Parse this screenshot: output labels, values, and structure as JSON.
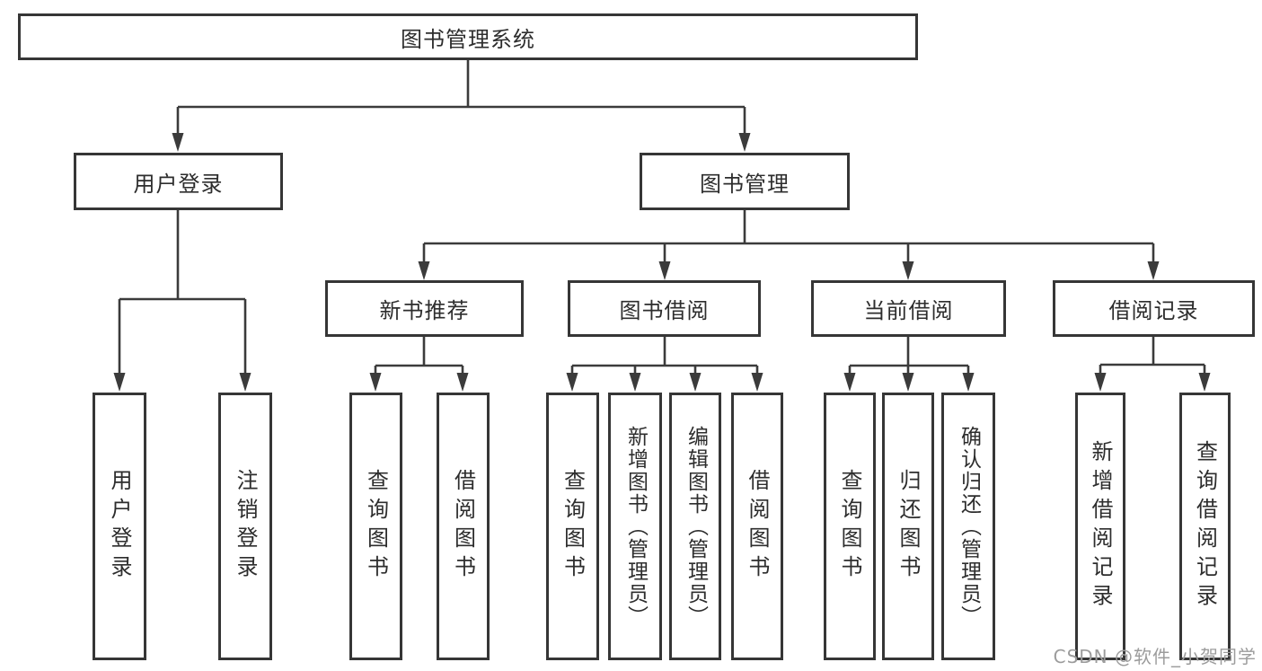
{
  "diagram": {
    "root": {
      "label": "图书管理系统"
    },
    "level2": [
      {
        "label": "用户登录",
        "children": [
          {
            "label": "用户登录"
          },
          {
            "label": "注销登录"
          }
        ]
      },
      {
        "label": "图书管理",
        "children": [
          {
            "label": "新书推荐",
            "children": [
              {
                "label": "查询图书"
              },
              {
                "label": "借阅图书"
              }
            ]
          },
          {
            "label": "图书借阅",
            "children": [
              {
                "label": "查询图书"
              },
              {
                "label": "新增图书（管理员）"
              },
              {
                "label": "编辑图书（管理员）"
              },
              {
                "label": "借阅图书"
              }
            ]
          },
          {
            "label": "当前借阅",
            "children": [
              {
                "label": "查询图书"
              },
              {
                "label": "归还图书"
              },
              {
                "label": "确认归还（管理员）"
              }
            ]
          },
          {
            "label": "借阅记录",
            "children": [
              {
                "label": "新增借阅记录"
              },
              {
                "label": "查询借阅记录"
              }
            ]
          }
        ]
      }
    ],
    "watermark": "CSDN @软件_小贺同学",
    "colors": {
      "line": "#3b3b3b",
      "box_border": "#363636",
      "text": "#2d2d2d",
      "background": "#ffffff",
      "watermark": "#9c9c9c"
    }
  }
}
